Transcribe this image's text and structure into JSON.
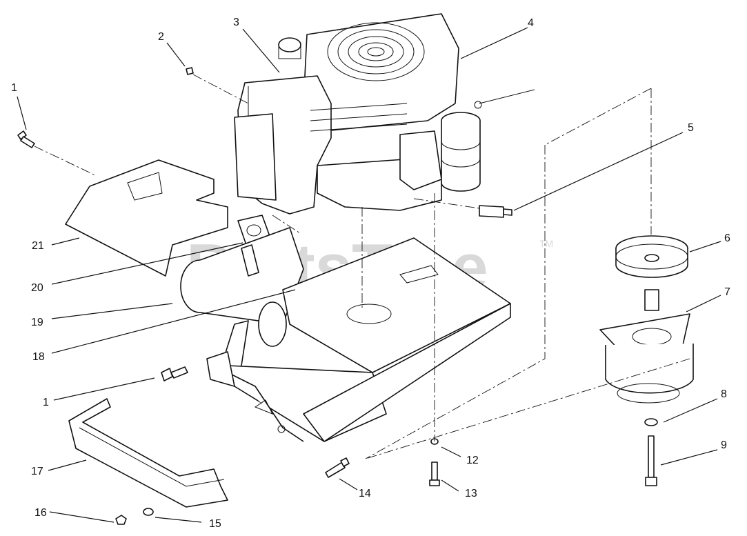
{
  "watermark": {
    "text": "PartsTree",
    "tm": "TM"
  },
  "callouts": [
    {
      "id": "c1a",
      "label": "1"
    },
    {
      "id": "c2",
      "label": "2"
    },
    {
      "id": "c3",
      "label": "3"
    },
    {
      "id": "c4",
      "label": "4"
    },
    {
      "id": "c5",
      "label": "5"
    },
    {
      "id": "c6",
      "label": "6"
    },
    {
      "id": "c7",
      "label": "7"
    },
    {
      "id": "c8",
      "label": "8"
    },
    {
      "id": "c9",
      "label": "9"
    },
    {
      "id": "c21",
      "label": "21"
    },
    {
      "id": "c20",
      "label": "20"
    },
    {
      "id": "c19",
      "label": "19"
    },
    {
      "id": "c18",
      "label": "18"
    },
    {
      "id": "c1b",
      "label": "1"
    },
    {
      "id": "c17",
      "label": "17"
    },
    {
      "id": "c16",
      "label": "16"
    },
    {
      "id": "c15",
      "label": "15"
    },
    {
      "id": "c14",
      "label": "14"
    },
    {
      "id": "c13",
      "label": "13"
    },
    {
      "id": "c12",
      "label": "12"
    }
  ]
}
